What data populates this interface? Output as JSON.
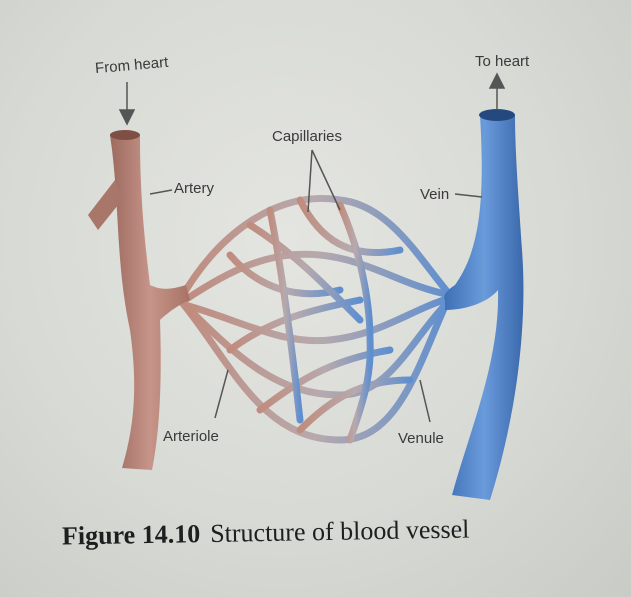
{
  "labels": {
    "from_heart": "From heart",
    "to_heart": "To heart",
    "capillaries": "Capillaries",
    "artery": "Artery",
    "vein": "Vein",
    "arteriole": "Arteriole",
    "venule": "Venule"
  },
  "caption": {
    "number": "Figure 14.10",
    "title": "Structure of blood vessel"
  },
  "colors": {
    "artery": "#b98478",
    "vein": "#4d7fc4",
    "capillary_mix": "#8f9fb4"
  }
}
